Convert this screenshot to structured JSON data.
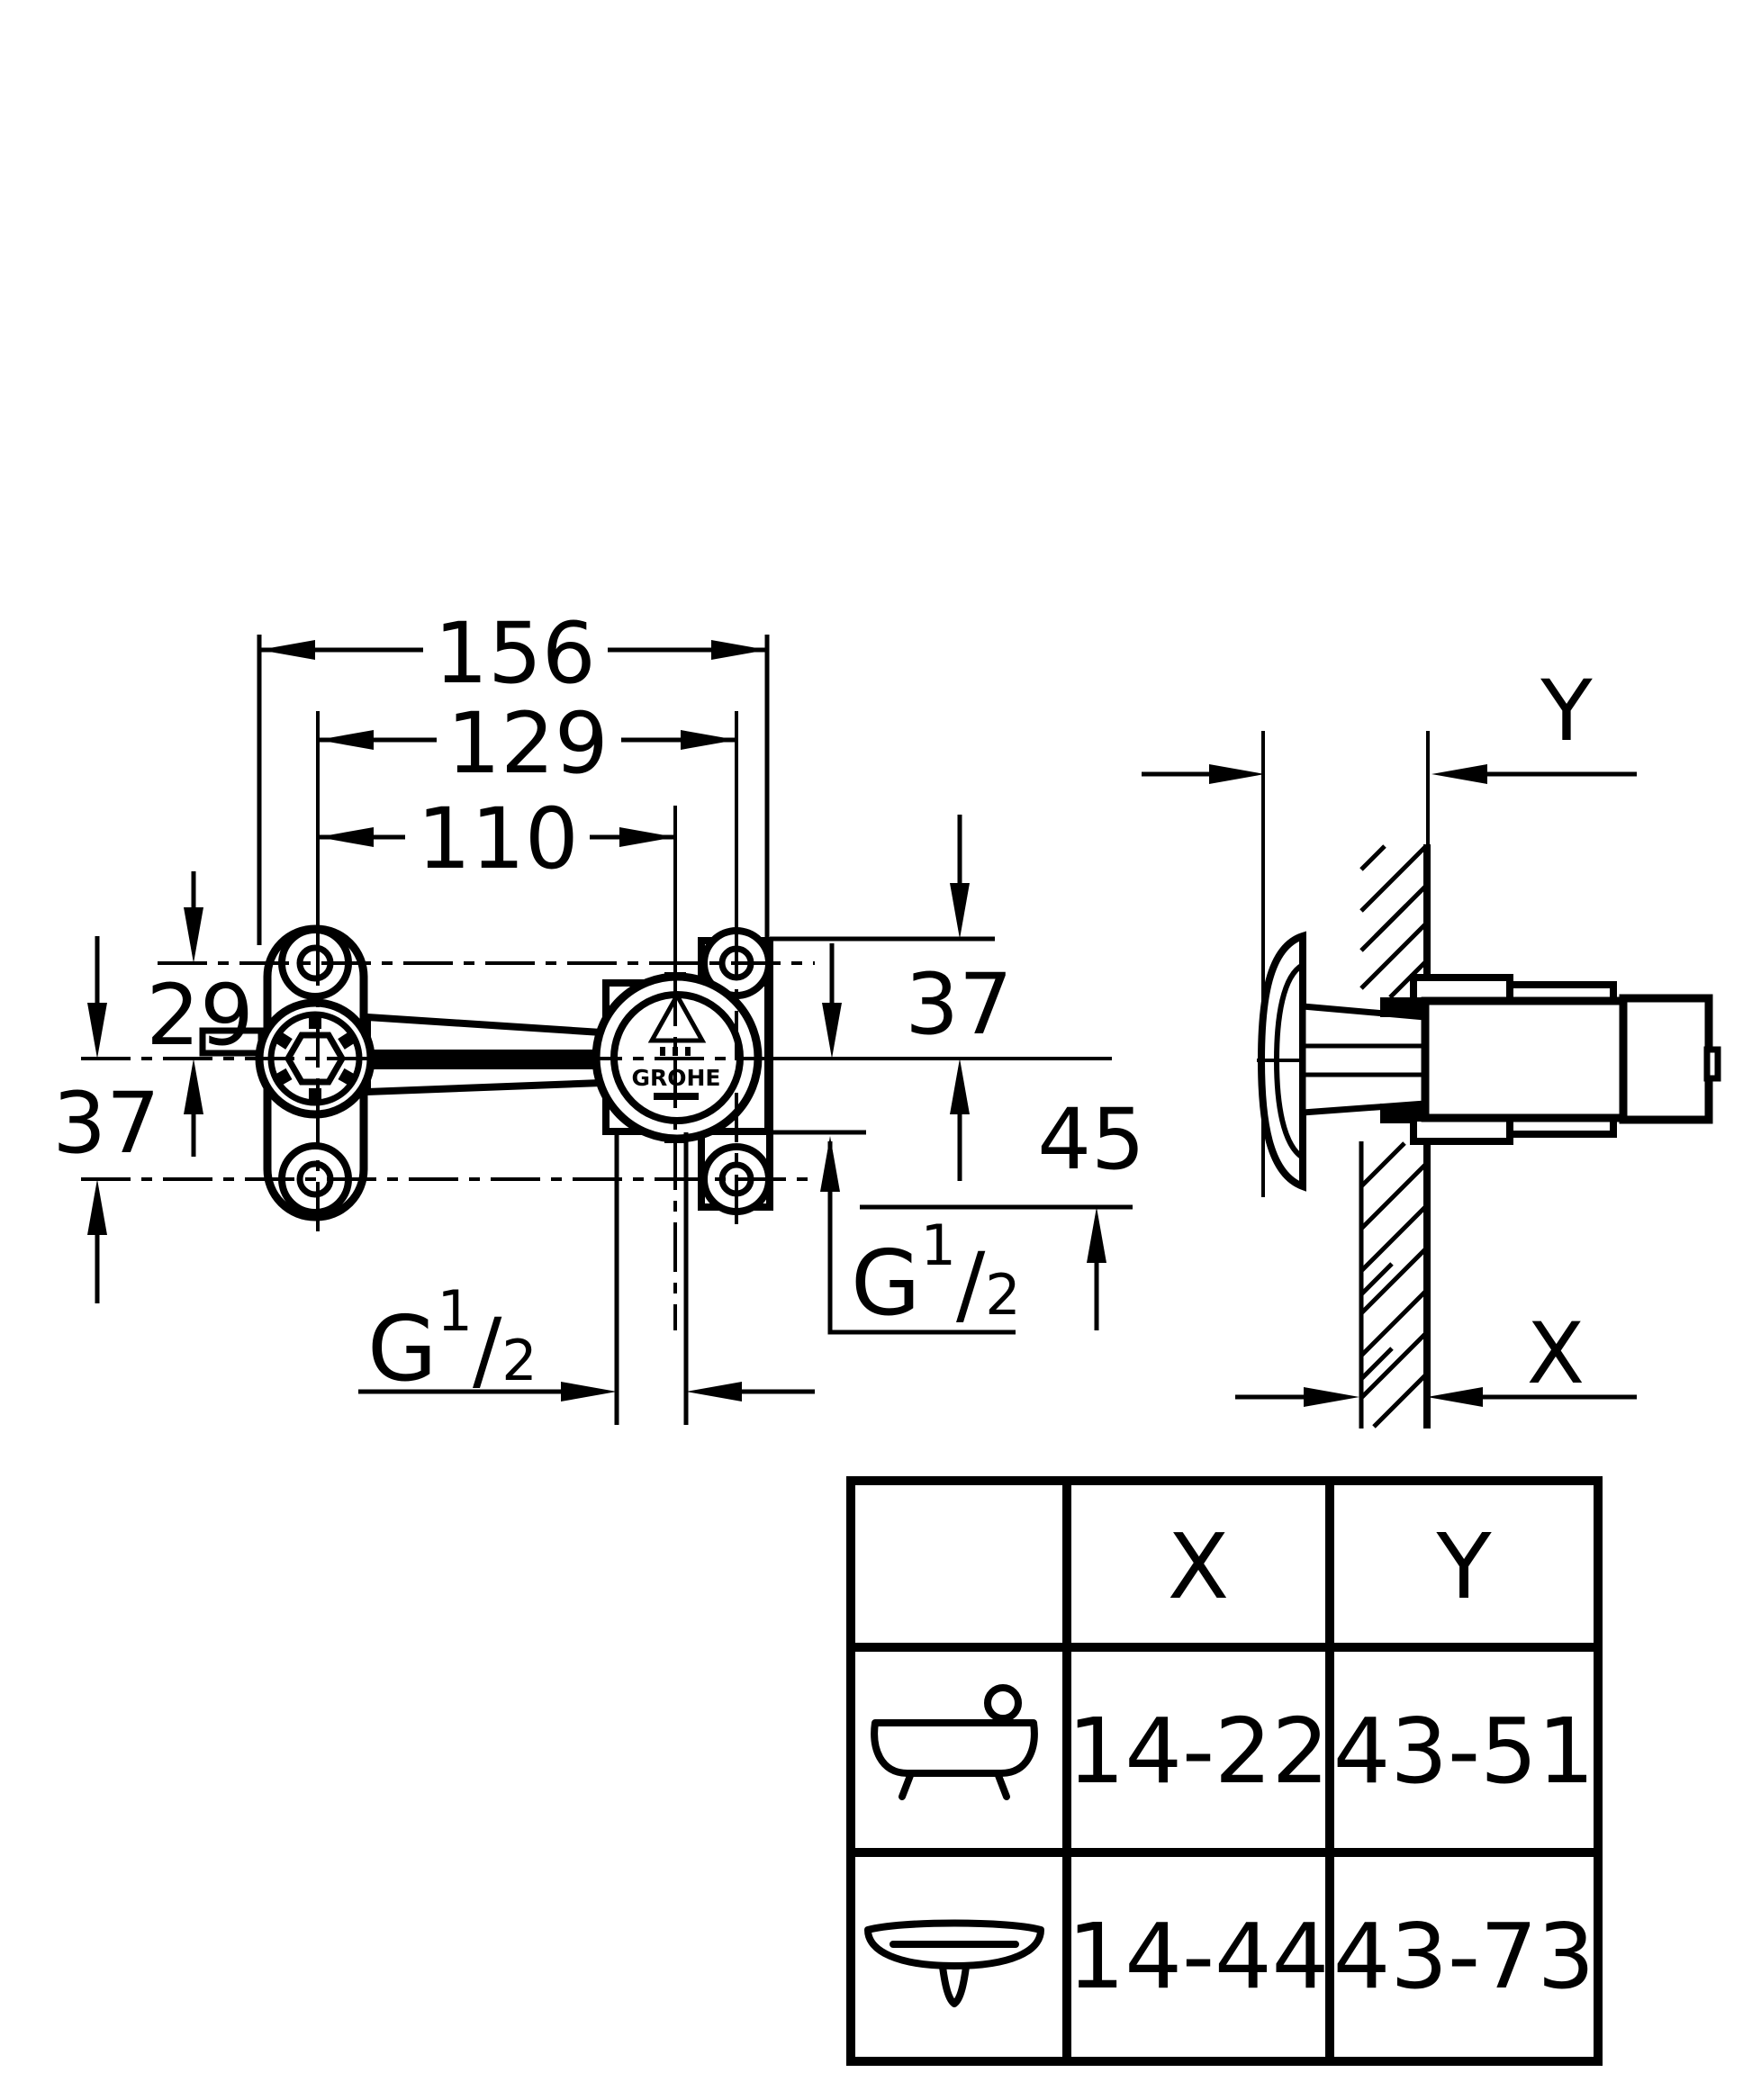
{
  "drawing": {
    "colors": {
      "ink": "#000000",
      "background": "#ffffff"
    },
    "front_view": {
      "dim_total_width": "156",
      "dim_hole_to_plate": "129",
      "dim_center_distance": "110",
      "dim_upper_offset": "29",
      "dim_lower_offset": "37",
      "dim_right_upper": "37",
      "dim_right_lower": "45",
      "valve_label": "GROHE",
      "thread_side": {
        "base": "G",
        "sup": "1",
        "slash": "/",
        "sub": "2"
      },
      "thread_bottom": {
        "base": "G",
        "sup": "1",
        "slash": "/",
        "sub": "2"
      }
    },
    "side_view": {
      "depth_label": "Y",
      "wall_label": "X"
    },
    "table": {
      "col_x_header": "X",
      "col_y_header": "Y",
      "rows": [
        {
          "icon": "bathtub-icon",
          "x_range": "14-22",
          "y_range": "43-51"
        },
        {
          "icon": "washbasin-icon",
          "x_range": "14-44",
          "y_range": "43-73"
        }
      ]
    }
  }
}
